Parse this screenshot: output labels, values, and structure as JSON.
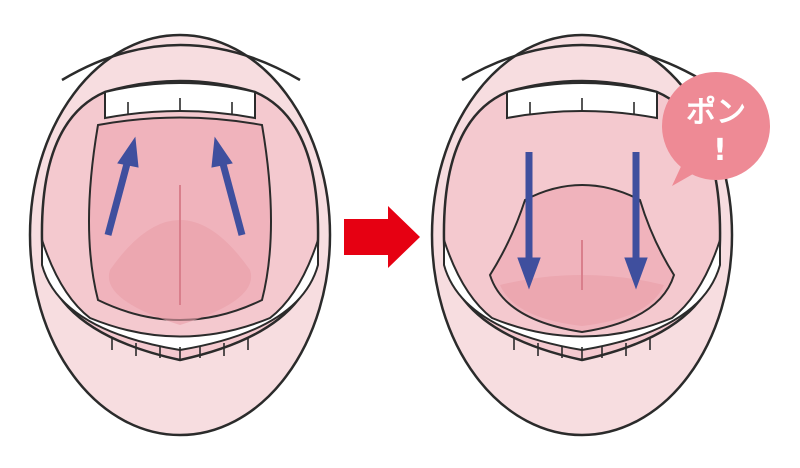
{
  "illustration": {
    "left_mouth": {
      "state": "tongue-raised",
      "arrow_direction": "up"
    },
    "transition_arrow": {
      "direction": "right",
      "color": "#e60012"
    },
    "right_mouth": {
      "state": "tongue-lowered",
      "arrow_direction": "down"
    },
    "speech_bubble": {
      "line1": "ポン",
      "line2": "!",
      "color": "#ee8a95"
    },
    "colors": {
      "outline": "#2b2b2b",
      "face_skin": "#f7dde0",
      "mouth_interior": "#f4c9cf",
      "tongue": "#f0b3bc",
      "tongue_shade": "#ea9fa9",
      "arrow": "#3f4f9e",
      "teeth": "#ffffff"
    }
  }
}
